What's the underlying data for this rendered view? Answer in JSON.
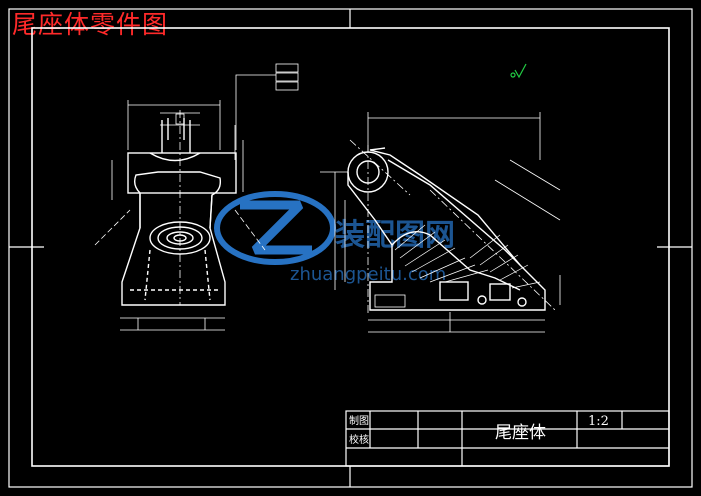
{
  "drawing_title": "尾座体零件图",
  "title_block": {
    "part_name": "尾座体",
    "scale": "1:2",
    "drawn_label": "制图",
    "checked_label": "校核"
  },
  "watermark": {
    "text_cn": "装配图网",
    "text_url": "zhuangpeitu.com"
  },
  "colors": {
    "background": "#000000",
    "lines": "#ffffff",
    "title": "#ff2a2a",
    "watermark": "#2e86e6",
    "roughness_symbol": "#22cc44"
  }
}
